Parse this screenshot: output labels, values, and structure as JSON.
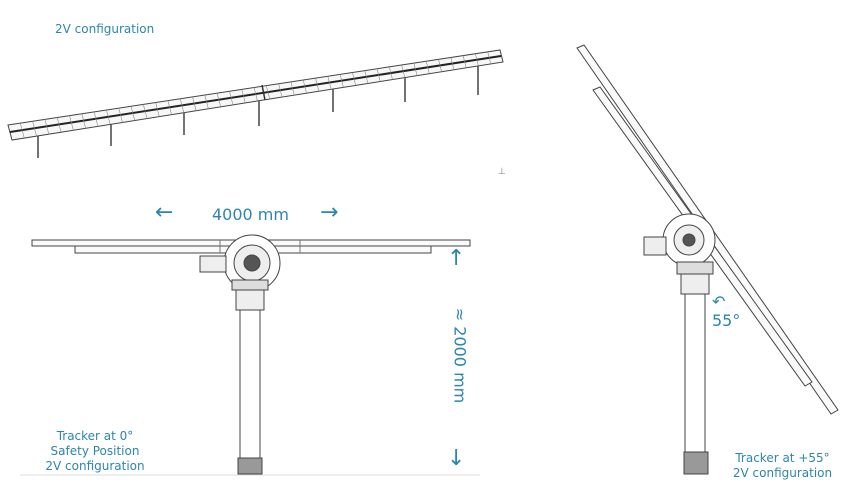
{
  "title": "2V configuration",
  "width_dimension": "4000 mm",
  "height_dimension": "≈ 2000 mm",
  "tilt_angle": "55°",
  "caption_left": [
    "Tracker at 0°",
    "Safety Position",
    "2V configuration"
  ],
  "caption_right": [
    "Tracker at +55°",
    "2V configuration"
  ],
  "icons": {
    "left": "arrow-left-icon",
    "right": "arrow-right-icon",
    "up": "arrow-up-icon",
    "down": "arrow-down-icon",
    "rotation": "rotation-arrow-icon",
    "axis": "axis-marker-icon"
  },
  "colors": {
    "annotation": "#2c86ad",
    "drawing": "#444444"
  }
}
